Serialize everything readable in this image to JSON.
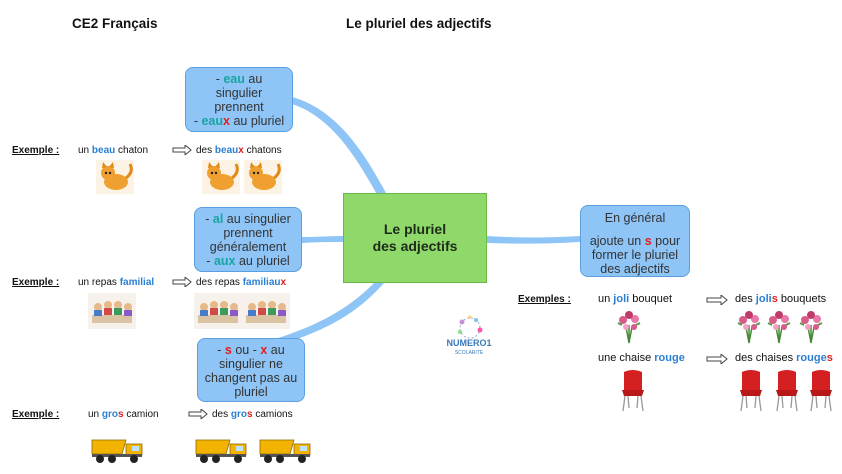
{
  "header": {
    "level": "CE2 Français",
    "title": "Le pluriel des adjectifs"
  },
  "center": {
    "line1": "Le pluriel",
    "line2": "des adjectifs"
  },
  "rule_eau": {
    "p1": "- ",
    "p2": "eau",
    "p3": " au",
    "l2": "singulier",
    "l3": "prennent",
    "l4a": "- ",
    "l4b": "eau",
    "l4c": "x",
    "l4d": " au pluriel"
  },
  "rule_al": {
    "l1a": "- ",
    "l1b": "al",
    "l1c": " au singulier",
    "l2": "prennent",
    "l3": "généralement",
    "l4a": "- ",
    "l4b": "aux",
    "l4c": " au pluriel"
  },
  "rule_sx": {
    "l1a": "- ",
    "l1b": "s",
    "l1c": " ou - ",
    "l1d": "x",
    "l1e": " au",
    "l2": "singulier  ne",
    "l3": "changent pas au",
    "l4": "pluriel"
  },
  "rule_general": {
    "l1": "En général",
    "l2a": "ajoute un ",
    "l2b": "s",
    "l2c": " pour",
    "l3": "former le pluriel",
    "l4": "des adjectifs"
  },
  "example_label": "Exemple :",
  "examples_label": "Exemples :",
  "ex1": {
    "sg_a": "un ",
    "sg_b": "beau",
    "sg_c": " chaton",
    "pl_a": "des ",
    "pl_b": "beau",
    "pl_c": "x",
    "pl_d": " chatons"
  },
  "ex2": {
    "sg_a": "un repas ",
    "sg_b": "familial",
    "pl_a": "des repas ",
    "pl_b": "familiau",
    "pl_c": "x"
  },
  "ex3": {
    "sg_a": "un ",
    "sg_b": "gro",
    "sg_c": "s",
    "sg_d": " camion",
    "pl_a": "des ",
    "pl_b": "gro",
    "pl_c": "s",
    "pl_d": " camions"
  },
  "ex4": {
    "sg_a": "un ",
    "sg_b": "joli",
    "sg_c": " bouquet",
    "pl_a": "des ",
    "pl_b": "joli",
    "pl_c": "s",
    "pl_d": " bouquets"
  },
  "ex5": {
    "sg_a": "une chaise ",
    "sg_b": "rouge",
    "pl_a": "des chaises ",
    "pl_b": "rouge",
    "pl_c": "s"
  },
  "logo": {
    "word": "NUMERO1",
    "sub": "SCOLARITE"
  },
  "colors": {
    "box": "#8ec4f6",
    "center": "#8fd86a",
    "teal": "#1aa3a3",
    "red": "#e01f1f",
    "blue": "#2a7fd4"
  }
}
